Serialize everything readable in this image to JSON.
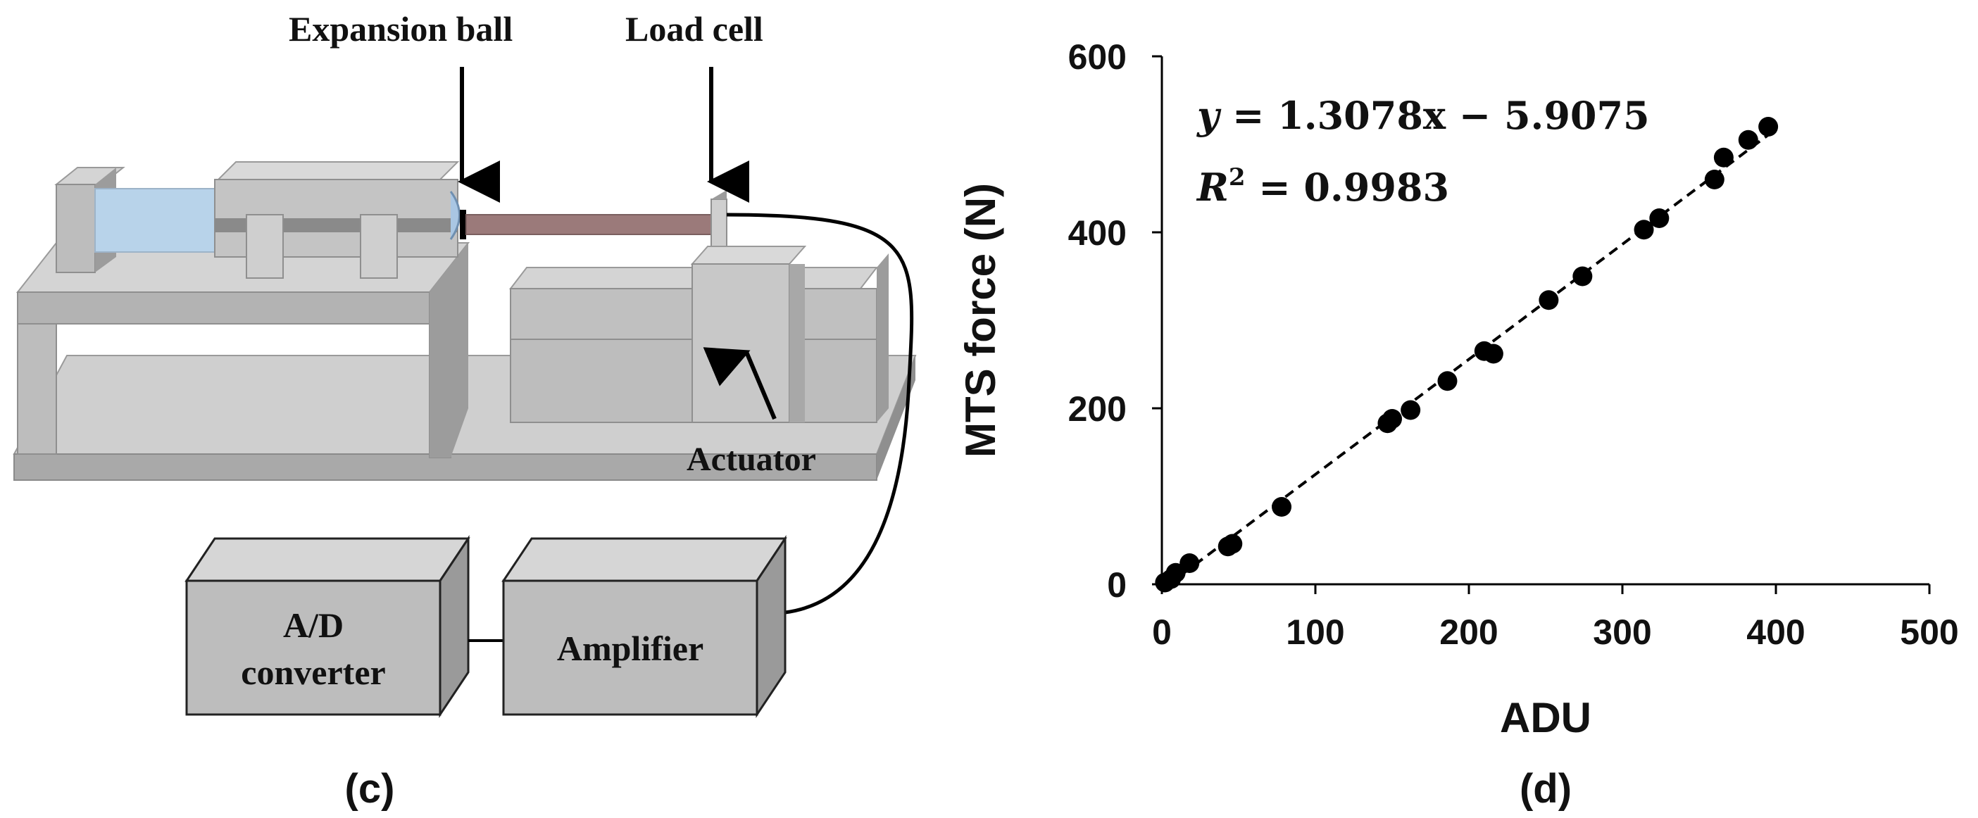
{
  "panel_c": {
    "caption": "(c)",
    "labels": {
      "expansion_ball": "Expansion ball",
      "load_cell": "Load cell",
      "actuator": "Actuator",
      "ad_converter_line1": "A/D",
      "ad_converter_line2": "converter",
      "amplifier": "Amplifier"
    },
    "colors": {
      "housing": "#bdbdbd",
      "housing_dark": "#8f8f8f",
      "housing_light": "#d4d4d4",
      "fluid": "#b8d3ea",
      "rod": "#9b7a7a"
    }
  },
  "panel_d": {
    "caption": "(d)",
    "equation_prefix": "y = ",
    "equation_body": "1.3078x − 5.9075",
    "r2_label": "R",
    "r2_sup": "2",
    "r2_value": " = 0.9983"
  },
  "chart_data": {
    "type": "scatter",
    "xlabel": "ADU",
    "ylabel": "MTS force (N)",
    "xlim": [
      0,
      500
    ],
    "ylim": [
      0,
      600
    ],
    "xticks": [
      0,
      100,
      200,
      300,
      400,
      500
    ],
    "yticks": [
      0,
      200,
      400,
      600
    ],
    "grid": false,
    "trendline": {
      "slope": 1.3078,
      "intercept": -5.9075,
      "style": "dashed",
      "x_range": [
        0,
        398
      ]
    },
    "points": [
      [
        2,
        2
      ],
      [
        6,
        6
      ],
      [
        9,
        13
      ],
      [
        18,
        24
      ],
      [
        43,
        43
      ],
      [
        46,
        46
      ],
      [
        78,
        88
      ],
      [
        147,
        183
      ],
      [
        150,
        188
      ],
      [
        162,
        198
      ],
      [
        186,
        231
      ],
      [
        210,
        265
      ],
      [
        216,
        262
      ],
      [
        252,
        323
      ],
      [
        274,
        350
      ],
      [
        314,
        403
      ],
      [
        324,
        416
      ],
      [
        360,
        460
      ],
      [
        366,
        485
      ],
      [
        382,
        505
      ],
      [
        395,
        520
      ]
    ],
    "colors": {
      "marker": "#000000",
      "axis": "#000000"
    }
  }
}
